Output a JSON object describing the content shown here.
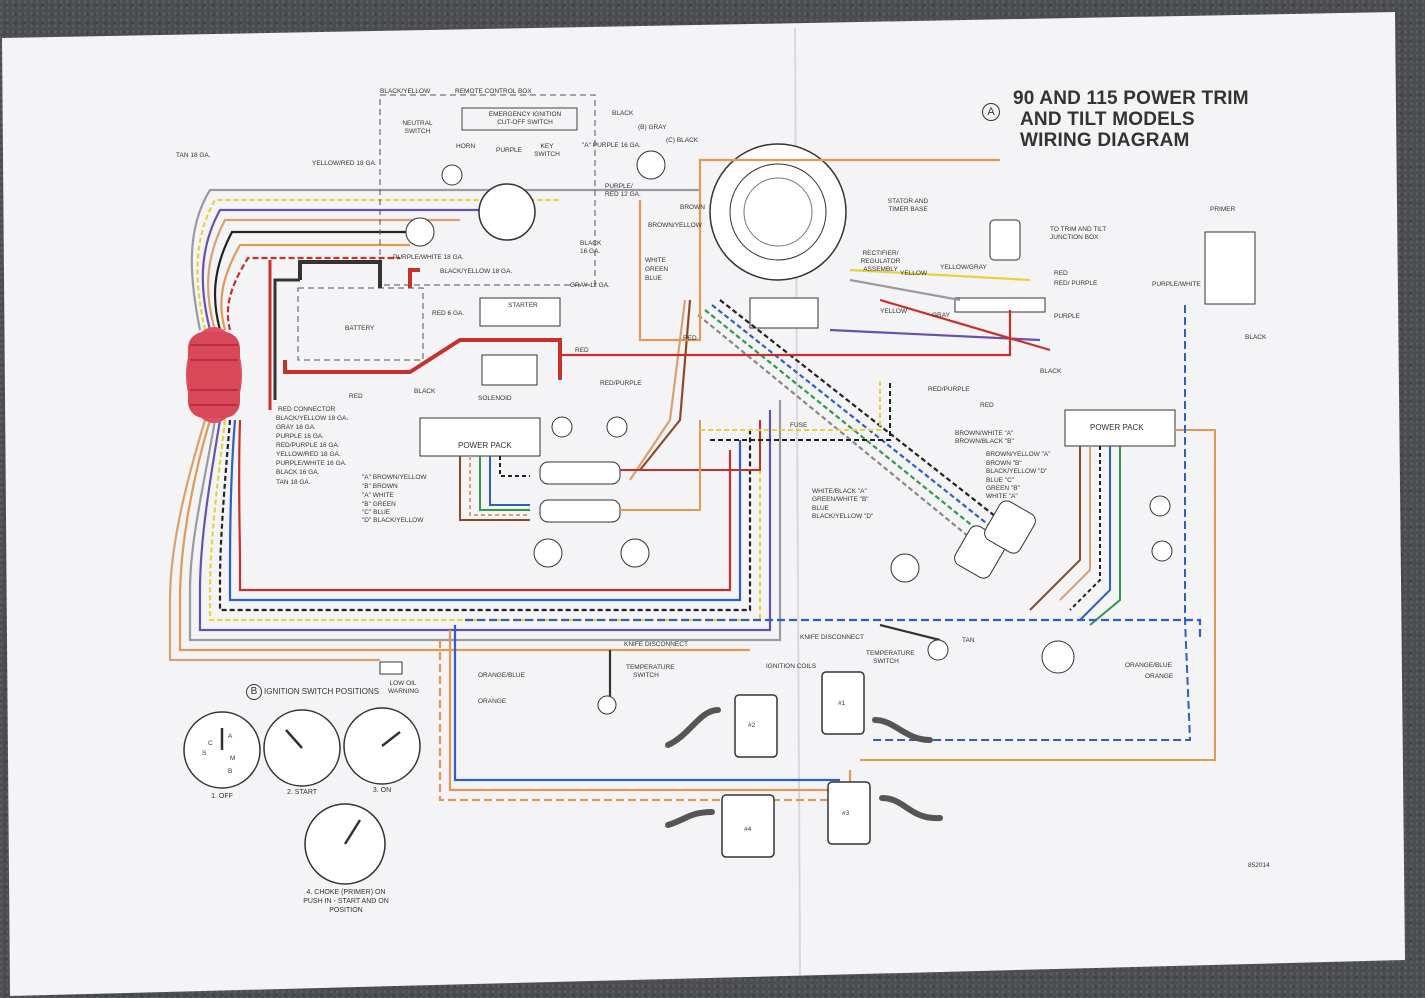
{
  "diagram": {
    "title_badge": "A",
    "title_lines": [
      "90 AND 115 POWER TRIM",
      "AND TILT MODELS",
      "WIRING DIAGRAM"
    ],
    "section_b_badge": "B",
    "section_b_title": "IGNITION SWITCH POSITIONS",
    "part_number": "852014"
  },
  "labels": {
    "black_yellow_top": "BLACK/YELLOW",
    "remote_control_box": "REMOTE CONTROL BOX",
    "emergency_cutoff": "EMERGENCY IGNITION CUT-OFF SWITCH",
    "neutral_switch": "NEUTRAL SWITCH",
    "horn": "HORN",
    "purple": "PURPLE",
    "key_switch": "KEY SWITCH",
    "black_top": "BLACK",
    "gray_b": "(B) GRAY",
    "c_black": "(C) BLACK",
    "a_purple": "\"A\" PURPLE 16 GA.",
    "tan_18": "TAN 18 GA.",
    "yellow_red_18": "YELLOW/RED 18 GA.",
    "purple_red_12": "PURPLE/ RED 12 GA.",
    "purple_white_18": "PURPLE/WHITE 18 GA.",
    "black_yellow_18": "BLACK/YELLOW 18 GA.",
    "black_16": "BLACK 16 GA.",
    "gray_12": "GRAY 12 GA.",
    "brown": "BROWN",
    "brown_yellow": "BROWN/YELLOW",
    "white": "WHITE",
    "green": "GREEN",
    "blue": "BLUE",
    "stator": "STATOR AND TIMER BASE",
    "rectifier": "RECTIFIER/ REGULATOR ASSEMBLY",
    "yellow": "YELLOW",
    "yellow_gray": "YELLOW/GRAY",
    "gray": "GRAY",
    "to_trim": "TO TRIM AND TILT JUNCTION BOX",
    "red": "RED",
    "red_purple": "RED/ PURPLE",
    "purple_right": "PURPLE",
    "primer": "PRIMER",
    "purple_white": "PURPLE/WHITE",
    "black_right": "BLACK",
    "starter": "STARTER",
    "battery": "BATTERY",
    "red_6": "RED 6 GA.",
    "red_mid": "RED",
    "black_sol": "BLACK",
    "solenoid": "SOLENOID",
    "red_purple_mid": "RED/PURPLE",
    "red_conn": "RED",
    "power_pack_left": "POWER PACK",
    "power_pack_right": "POWER PACK",
    "fuse": "FUSE",
    "brown_white_a": "BROWN/WHITE \"A\"",
    "brown_black_b": "BROWN/BLACK \"B\"",
    "black_right_top": "BLACK",
    "red_right": "RED",
    "red_purple_right": "RED/PURPLE"
  },
  "connector_list": [
    "RED CONNECTOR",
    "BLACK/YELLOW 18 GA.",
    "GRAY 18 GA.",
    "PURPLE 16 GA.",
    "RED/PURPLE 16 GA.",
    "YELLOW/RED 18 GA.",
    "PURPLE/WHITE 16 GA.",
    "BLACK 16 GA.",
    "TAN 18 GA."
  ],
  "left_pack_list": [
    "\"A\" BROWN/YELLOW",
    "\"B\" BROWN",
    "\"A\" WHITE",
    "\"B\" GREEN",
    "\"C\" BLUE",
    "\"D\" BLACK/YELLOW"
  ],
  "right_pack_list": [
    "BROWN/YELLOW \"A\"",
    "BROWN \"B\"",
    "BLACK/YELLOW \"D\"",
    "BLUE \"C\"",
    "GREEN \"B\"",
    "WHITE \"A\""
  ],
  "mid_harness_list": [
    "WHITE/BLACK \"A\"",
    "GREEN/WHITE \"B\"",
    "BLUE",
    "BLACK/YELLOW \"D\""
  ],
  "bottom_labels": {
    "knife_left": "KNIFE DISCONNECT",
    "temp_left": "TEMPERATURE SWITCH",
    "knife_right": "KNIFE DISCONNECT",
    "tan": "TAN",
    "temp_right": "TEMPERATURE SWITCH",
    "ignition_coils": "IGNITION COILS",
    "orange_blue_left": "ORANGE/BLUE",
    "orange_left": "ORANGE",
    "orange_blue_right": "ORANGE/BLUE",
    "orange_right": "ORANGE",
    "low_oil": "LOW OIL WARNING",
    "coil1": "#1",
    "coil2": "#2",
    "coil3": "#3",
    "coil4": "#4"
  },
  "switch_positions": [
    {
      "caption": "1. OFF"
    },
    {
      "caption": "2. START"
    },
    {
      "caption": "3. ON"
    },
    {
      "caption": "4. CHOKE (PRIMER) ON PUSH IN - START AND ON POSITION"
    }
  ],
  "switch_terminals": [
    "A",
    "C",
    "S",
    "M",
    "B"
  ],
  "colors": {
    "paper": "#f4f4f6",
    "red": "#c8302a",
    "black": "#222222",
    "yellow": "#e8d23a",
    "purple": "#6a4fb0",
    "gray": "#9a9aa0",
    "tan": "#d9a070",
    "orange": "#e09a55",
    "blue": "#2d5fc4",
    "green": "#2f9a4a",
    "brown": "#8a4a2a",
    "connector": "#e05060"
  }
}
